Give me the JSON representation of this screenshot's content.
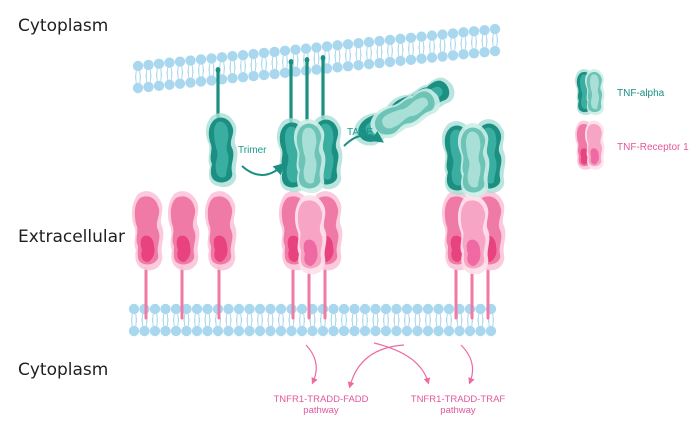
{
  "labels": {
    "cytoplasm_top": "Cytoplasm",
    "extracellular": "Extracellular",
    "cytoplasm_bottom": "Cytoplasm"
  },
  "legend": {
    "tnf_alpha": "TNF-alpha",
    "tnf_receptor": "TNF-Receptor 1"
  },
  "steps": {
    "trimer": "Trimer",
    "tace": "TACE"
  },
  "pathways": {
    "fadd_line1": "TNFR1-TRADD-FADD",
    "fadd_line2": "pathway",
    "traf_line1": "TNFR1-TRADD-TRAF",
    "traf_line2": "pathway"
  },
  "colors": {
    "membrane": "#a9d8ee",
    "teal_dark": "#1a8f82",
    "teal_mid": "#3aaea0",
    "teal_light": "#a8dfd6",
    "pink_dark": "#e8437f",
    "pink_mid": "#f07aa6",
    "pink_light": "#fbc4d8",
    "text_dark": "#1f1f1f"
  }
}
